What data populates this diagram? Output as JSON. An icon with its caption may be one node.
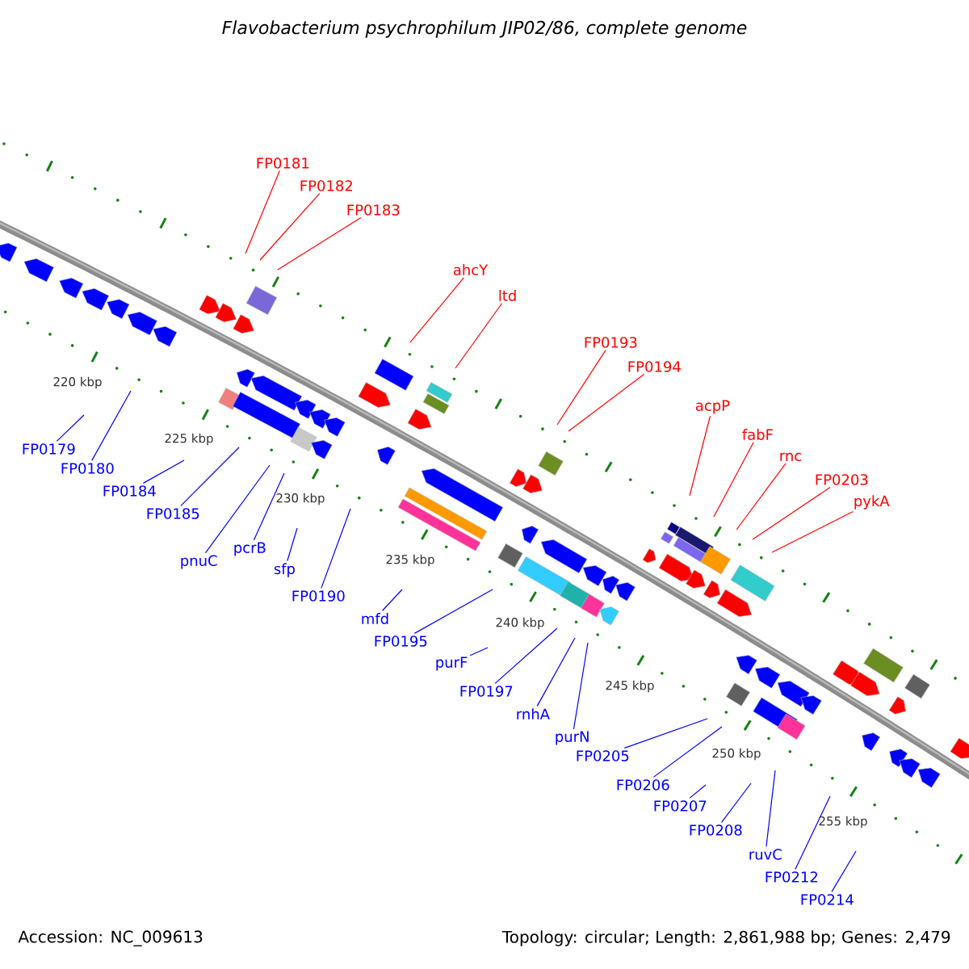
{
  "diagram": {
    "title": "Flavobacterium psychrophilum JIP02/86, complete genome",
    "nodes": [
      {
        "text": [
          "FP0181"
        ]
      },
      {
        "text": [
          "FP0182"
        ]
      },
      {
        "text": [
          "FP0183"
        ]
      },
      {
        "text": [
          "ahcY"
        ]
      },
      {
        "text": [
          "ltd"
        ]
      },
      {
        "text": [
          "FP0193"
        ]
      },
      {
        "text": [
          "FP0194"
        ]
      },
      {
        "text": [
          "acpP"
        ]
      },
      {
        "text": [
          "fabF"
        ]
      },
      {
        "text": [
          "rnc"
        ]
      },
      {
        "text": [
          "FP0203"
        ]
      },
      {
        "text": [
          "pykA"
        ]
      },
      {
        "text": [
          "FP0179"
        ]
      },
      {
        "text": [
          "FP0180"
        ]
      },
      {
        "text": [
          "FP0184"
        ]
      },
      {
        "text": [
          "FP0185"
        ]
      },
      {
        "text": [
          "pnuC"
        ]
      },
      {
        "text": [
          "pcrB"
        ]
      },
      {
        "text": [
          "sfp"
        ]
      },
      {
        "text": [
          "FP0190"
        ]
      },
      {
        "text": [
          "mfd"
        ]
      },
      {
        "text": [
          "FP0195"
        ]
      },
      {
        "text": [
          "purF"
        ]
      },
      {
        "text": [
          "FP0197"
        ]
      },
      {
        "text": [
          "rnhA"
        ]
      },
      {
        "text": [
          "purN"
        ]
      },
      {
        "text": [
          "FP0205"
        ]
      },
      {
        "text": [
          "FP0206"
        ]
      },
      {
        "text": [
          "FP0207"
        ]
      },
      {
        "text": [
          "FP0208"
        ]
      },
      {
        "text": [
          "ruvC"
        ]
      },
      {
        "text": [
          "FP0212"
        ]
      },
      {
        "text": [
          "FP0214"
        ]
      }
    ],
    "edges": [
      {
        "from": 0,
        "to": null,
        "arrow": "none",
        "color": "#ff0000"
      },
      {
        "from": 1,
        "to": null,
        "arrow": "none",
        "color": "#ff0000"
      },
      {
        "from": 2,
        "to": null,
        "arrow": "none",
        "color": "#ff0000"
      },
      {
        "from": 3,
        "to": null,
        "arrow": "none",
        "color": "#ff0000"
      },
      {
        "from": 4,
        "to": null,
        "arrow": "none",
        "color": "#ff0000"
      },
      {
        "from": 5,
        "to": null,
        "arrow": "none",
        "color": "#ff0000"
      },
      {
        "from": 6,
        "to": null,
        "arrow": "none",
        "color": "#ff0000"
      },
      {
        "from": 7,
        "to": null,
        "arrow": "none",
        "color": "#ff0000"
      },
      {
        "from": 8,
        "to": null,
        "arrow": "none",
        "color": "#ff0000"
      },
      {
        "from": 9,
        "to": null,
        "arrow": "none",
        "color": "#ff0000"
      },
      {
        "from": 10,
        "to": null,
        "arrow": "none",
        "color": "#ff0000"
      },
      {
        "from": 11,
        "to": null,
        "arrow": "none",
        "color": "#ff0000"
      },
      {
        "from": 12,
        "to": null,
        "arrow": "none"
      },
      {
        "from": 13,
        "to": null,
        "arrow": "none"
      },
      {
        "from": 14,
        "to": null,
        "arrow": "none"
      },
      {
        "from": 15,
        "to": null,
        "arrow": "none"
      },
      {
        "from": 16,
        "to": null,
        "arrow": "none"
      },
      {
        "from": 17,
        "to": null,
        "arrow": "none"
      },
      {
        "from": 18,
        "to": null,
        "arrow": "none"
      },
      {
        "from": 19,
        "to": null,
        "arrow": "none"
      },
      {
        "from": 20,
        "to": null,
        "arrow": "none"
      },
      {
        "from": 21,
        "to": null,
        "arrow": "none"
      },
      {
        "from": 22,
        "to": null,
        "arrow": "none"
      },
      {
        "from": 23,
        "to": null,
        "arrow": "none"
      },
      {
        "from": 24,
        "to": null,
        "arrow": "none"
      },
      {
        "from": 25,
        "to": null,
        "arrow": "none"
      },
      {
        "from": 26,
        "to": null,
        "arrow": "none"
      },
      {
        "from": 27,
        "to": null,
        "arrow": "none"
      },
      {
        "from": 28,
        "to": null,
        "arrow": "none"
      },
      {
        "from": 29,
        "to": null,
        "arrow": "none"
      },
      {
        "from": 30,
        "to": null,
        "arrow": "none"
      },
      {
        "from": 31,
        "to": null,
        "arrow": "none"
      },
      {
        "from": 32,
        "to": null,
        "arrow": "none"
      }
    ],
    "labels": [
      "220 kbp",
      "225 kbp",
      "230 kbp",
      "235 kbp",
      "240 kbp",
      "245 kbp",
      "250 kbp",
      "255 kbp",
      "Accession: NC_009613",
      "Topology: circular; Length: 2,861,988 bp; Genes: 2,479"
    ]
  }
}
